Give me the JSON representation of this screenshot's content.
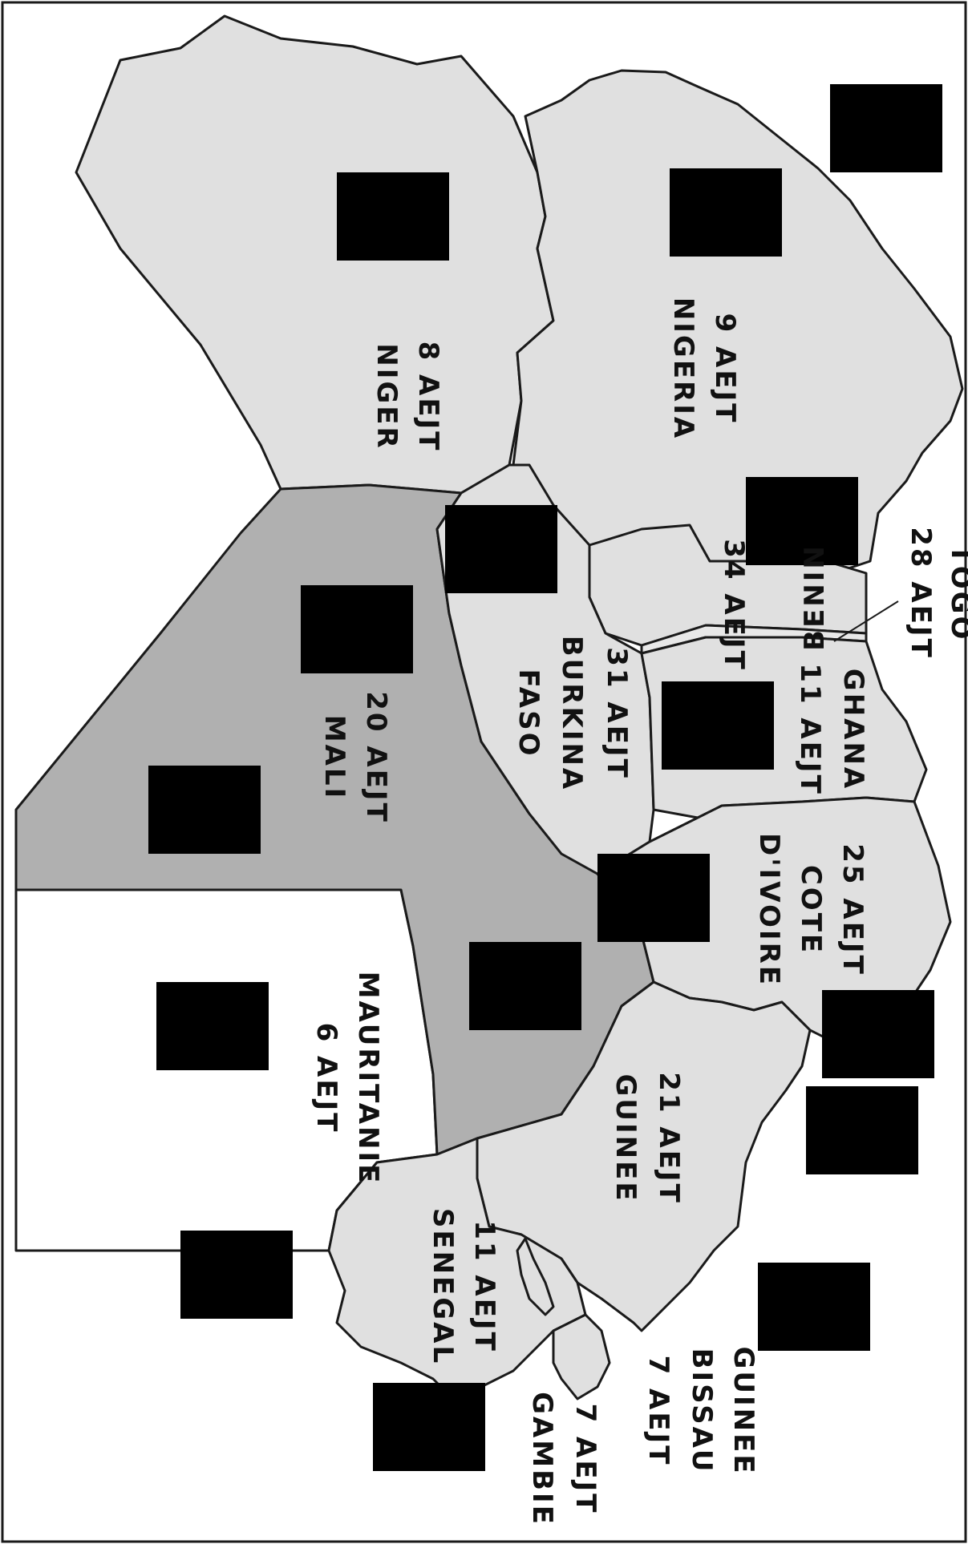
{
  "colors": {
    "border": "#1a1a1a",
    "mali_fill": "#b0b0b0",
    "region_fill": "#e0e0e0",
    "mauritanie_fill": "#ffffff",
    "text": "#111111"
  },
  "icon": "children-pictogram-icon",
  "countries": {
    "mauritanie": {
      "name": "MAURITANIE",
      "count": "6 AEJT"
    },
    "mali": {
      "name": "MALI",
      "count": "20 AEJT"
    },
    "niger": {
      "name": "NIGER",
      "count": "8 AEJT"
    },
    "nigeria": {
      "name": "NIGERIA",
      "count": "9 AEJT"
    },
    "benin": {
      "name": "BENIN",
      "count": "34 AEJT"
    },
    "togo": {
      "name": "TOGO",
      "count": "28 AEJT"
    },
    "ghana": {
      "name": "GHANA",
      "count": "11 AEJT"
    },
    "burkina": {
      "name_line1": "BURKINA",
      "name_line2": "FASO",
      "count": "31 AEJT"
    },
    "cote": {
      "name_line1": "COTE",
      "name_line2": "D'IVOIRE",
      "count": "25 AEJT"
    },
    "guinee": {
      "name": "GUINEE",
      "count": "21 AEJT"
    },
    "senegal": {
      "name": "SENEGAL",
      "count": "11 AEJT"
    },
    "gambie": {
      "name": "GAMBIE",
      "count": "7 AEJT"
    },
    "bissau": {
      "name_line1": "GUINEE",
      "name_line2": "BISSAU",
      "count": "7 AEJT"
    }
  }
}
